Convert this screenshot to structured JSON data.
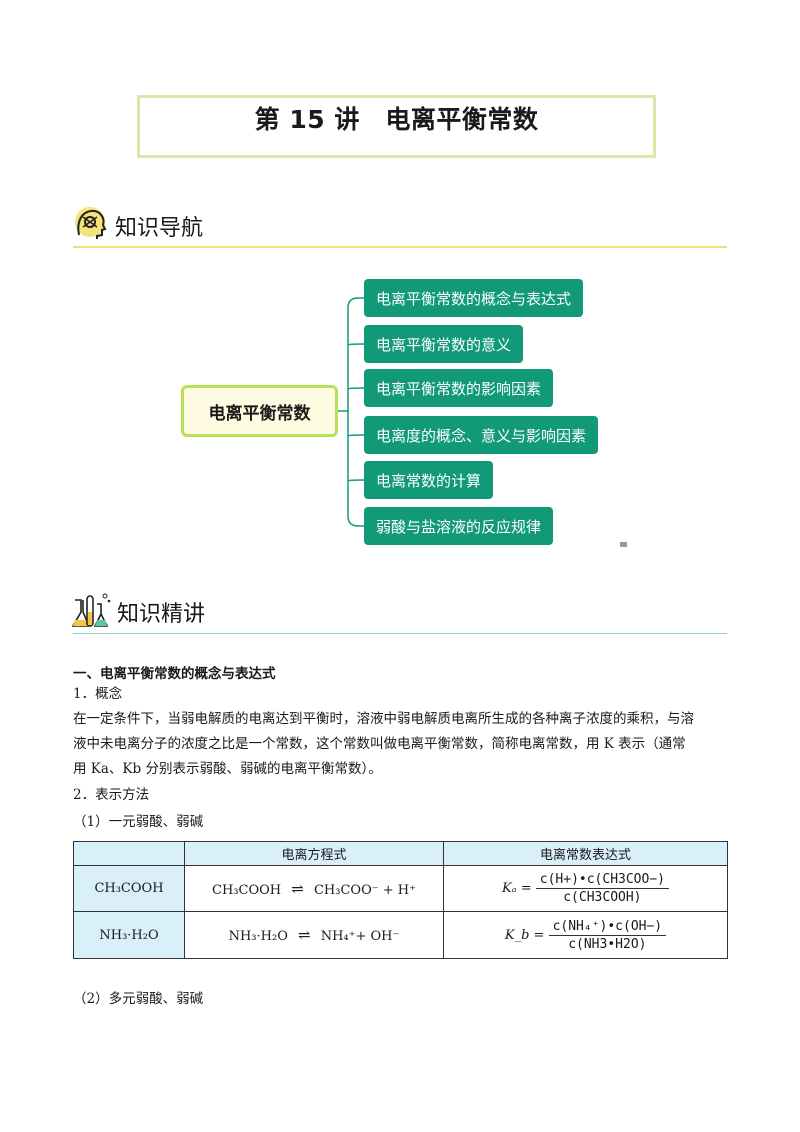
{
  "title": "第 15 讲　电离平衡常数",
  "section1": {
    "heading": "知识导航",
    "icon": "brain-gear-icon"
  },
  "mindmap": {
    "root": "电离平衡常数",
    "branches": [
      "电离平衡常数的概念与表达式",
      "电离平衡常数的意义",
      "电离平衡常数的影响因素",
      "电离度的概念、意义与影响因素",
      "电离常数的计算",
      "弱酸与盐溶液的反应规律"
    ],
    "colors": {
      "branch_bg": "#129a78",
      "root_border": "#b6e159",
      "root_bg": "#fffbe0",
      "connector": "#129a78"
    }
  },
  "section2": {
    "heading": "知识精讲",
    "icon": "lab-flask-icon"
  },
  "content": {
    "heading1": "一、电离平衡常数的概念与表达式",
    "sub1": "1．概念",
    "para1": "在一定条件下，当弱电解质的电离达到平衡时，溶液中弱电解质电离所生成的各种离子浓度的乘积，与溶",
    "para2": "液中未电离分子的浓度之比是一个常数，这个常数叫做电离平衡常数，简称电离常数，用 K 表示（通常",
    "para3": "用 Ka、Kb 分别表示弱酸、弱碱的电离平衡常数）。",
    "sub2": "2．表示方法",
    "sub2_1": "（1）一元弱酸、弱碱",
    "sub2_2": "（2）多元弱酸、弱碱"
  },
  "table": {
    "headers": [
      "",
      "电离方程式",
      "电离常数表达式"
    ],
    "rows": [
      {
        "name": "CH₃COOH",
        "eq_left": "CH₃COOH",
        "eq_arrow": "⇌",
        "eq_right": "CH₃COO⁻ + H⁺",
        "k_label": "Kₐ =",
        "k_num": "c(H+)•c(CH3COO−)",
        "k_den": "c(CH3COOH)"
      },
      {
        "name": "NH₃·H₂O",
        "eq_left": "NH₃·H₂O",
        "eq_arrow": "⇌",
        "eq_right": "NH₄⁺+ OH⁻",
        "k_label": "K_b =",
        "k_num": "c(NH₄⁺)•c(OH−)",
        "k_den": "c(NH3•H2O)"
      }
    ]
  }
}
